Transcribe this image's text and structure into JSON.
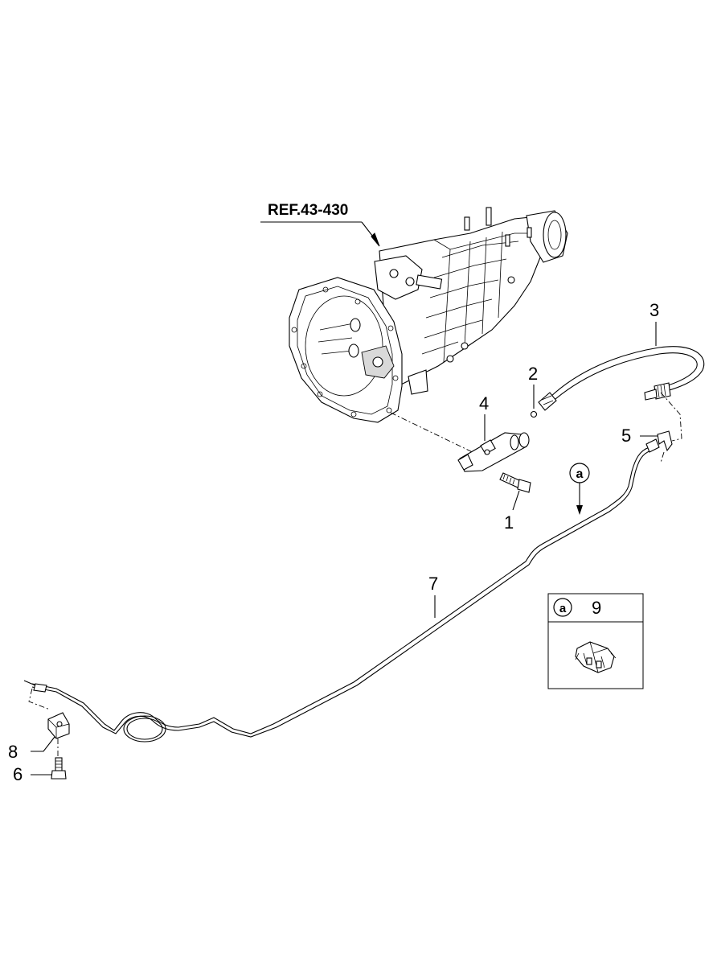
{
  "reference": {
    "label": "REF.43-430"
  },
  "callouts": [
    {
      "id": "1",
      "label": "1"
    },
    {
      "id": "2",
      "label": "2"
    },
    {
      "id": "3",
      "label": "3"
    },
    {
      "id": "4",
      "label": "4"
    },
    {
      "id": "5",
      "label": "5"
    },
    {
      "id": "6",
      "label": "6"
    },
    {
      "id": "7",
      "label": "7"
    },
    {
      "id": "8",
      "label": "8"
    }
  ],
  "detail": {
    "marker": "a",
    "part_number": "9"
  },
  "locator": {
    "marker": "a"
  }
}
